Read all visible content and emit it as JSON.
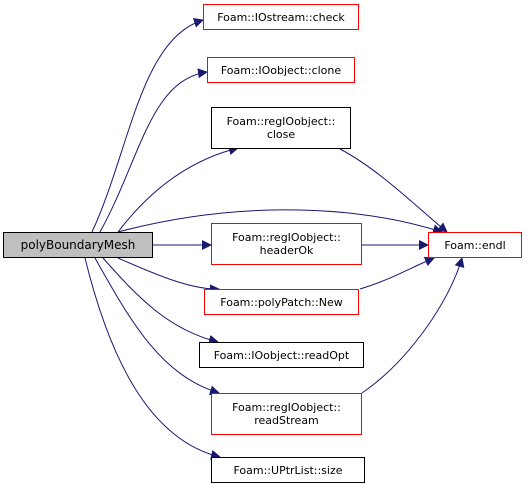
{
  "colors": {
    "edge": "#191970",
    "border_default": "#000000",
    "border_external": "#ff0000",
    "root_fill": "#bfbfbf"
  },
  "nodes": {
    "root": {
      "label": "polyBoundaryMesh"
    },
    "check": {
      "label": "Foam::IOstream::check"
    },
    "clone": {
      "label": "Foam::IOobject::clone"
    },
    "close": {
      "line1": "Foam::regIOobject::",
      "line2": "close"
    },
    "headerOk": {
      "line1": "Foam::regIOobject::",
      "line2": "headerOk"
    },
    "endl": {
      "label": "Foam::endl"
    },
    "polyPatchNew": {
      "label": "Foam::polyPatch::New"
    },
    "readOpt": {
      "label": "Foam::IOobject::readOpt"
    },
    "readStream": {
      "line1": "Foam::regIOobject::",
      "line2": "readStream"
    },
    "size": {
      "label": "Foam::UPtrList::size"
    }
  },
  "edges": [
    [
      "root",
      "check"
    ],
    [
      "root",
      "clone"
    ],
    [
      "root",
      "close"
    ],
    [
      "root",
      "endl"
    ],
    [
      "root",
      "headerOk"
    ],
    [
      "root",
      "polyPatchNew"
    ],
    [
      "root",
      "readOpt"
    ],
    [
      "root",
      "readStream"
    ],
    [
      "root",
      "size"
    ],
    [
      "close",
      "endl"
    ],
    [
      "headerOk",
      "endl"
    ],
    [
      "polyPatchNew",
      "endl"
    ],
    [
      "readStream",
      "endl"
    ]
  ]
}
